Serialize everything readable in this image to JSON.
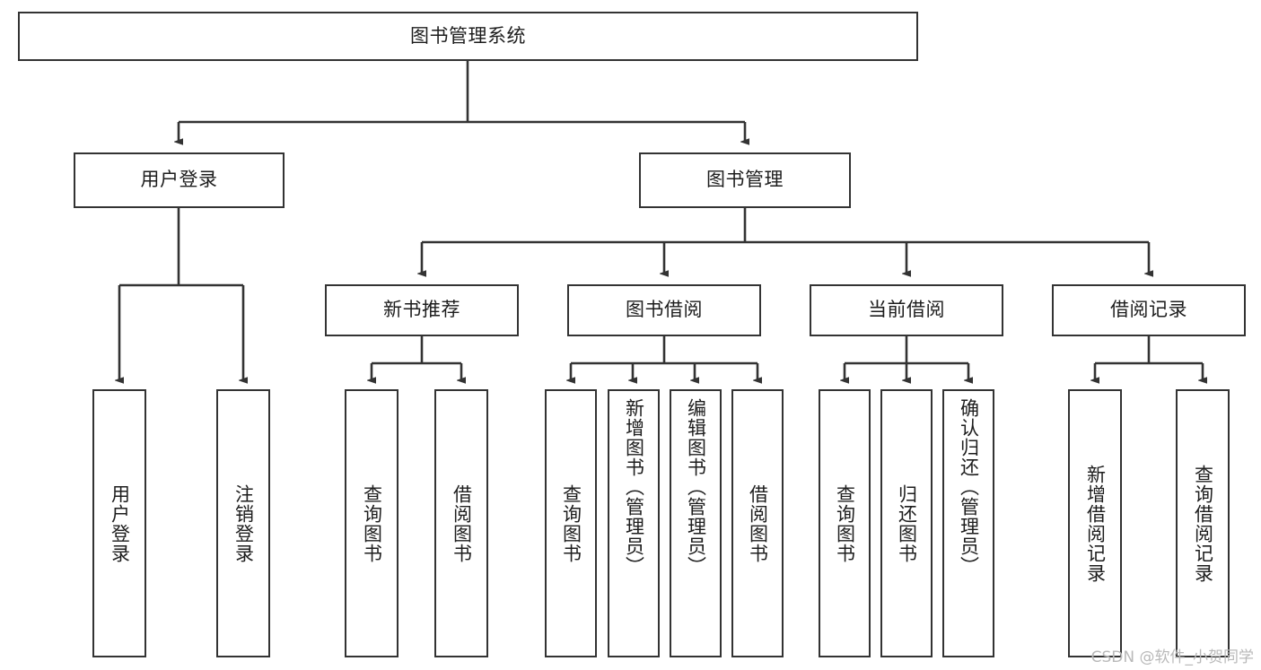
{
  "diagram": {
    "title": "图书管理系统",
    "type": "tree-hierarchy-functional-structure",
    "orientation": "top-down",
    "edge_style": "orthogonal-elbow-with-arrowheads",
    "colors": {
      "box_border": "#333333",
      "box_fill": "#ffffff",
      "edge": "#333333",
      "text": "#1d1d1d",
      "watermark": "#b9b9b9",
      "background": "#ffffff"
    }
  },
  "watermark": {
    "text": "CSDN @软件_小贺同学"
  },
  "nodes": {
    "root": {
      "label": "图书管理系统"
    },
    "level2": [
      {
        "id": "user-login",
        "label": "用户登录"
      },
      {
        "id": "book-manage",
        "label": "图书管理"
      }
    ],
    "level3": [
      {
        "id": "new-book-recommend",
        "label": "新书推荐"
      },
      {
        "id": "book-borrow",
        "label": "图书借阅"
      },
      {
        "id": "current-borrow",
        "label": "当前借阅"
      },
      {
        "id": "borrow-record",
        "label": "借阅记录"
      }
    ],
    "leaves": {
      "user_login": [
        {
          "id": "leaf-user-login",
          "label": "用户登录"
        },
        {
          "id": "leaf-logout-login",
          "label": "注销登录"
        }
      ],
      "new_book_recommend": [
        {
          "id": "leaf-query-book-1",
          "label": "查询图书"
        },
        {
          "id": "leaf-borrow-book-1",
          "label": "借阅图书"
        }
      ],
      "book_borrow": [
        {
          "id": "leaf-query-book-2",
          "label": "查询图书"
        },
        {
          "id": "leaf-add-book",
          "label": "新增图书（管理员）"
        },
        {
          "id": "leaf-edit-book",
          "label": "编辑图书（管理员）"
        },
        {
          "id": "leaf-borrow-book-2",
          "label": "借阅图书"
        }
      ],
      "current_borrow": [
        {
          "id": "leaf-query-book-3",
          "label": "查询图书"
        },
        {
          "id": "leaf-return-book",
          "label": "归还图书"
        },
        {
          "id": "leaf-confirm-return",
          "label": "确认归还（管理员）"
        }
      ],
      "borrow_record": [
        {
          "id": "leaf-add-record",
          "label": "新增借阅记录"
        },
        {
          "id": "leaf-query-record",
          "label": "查询借阅记录"
        }
      ]
    }
  }
}
